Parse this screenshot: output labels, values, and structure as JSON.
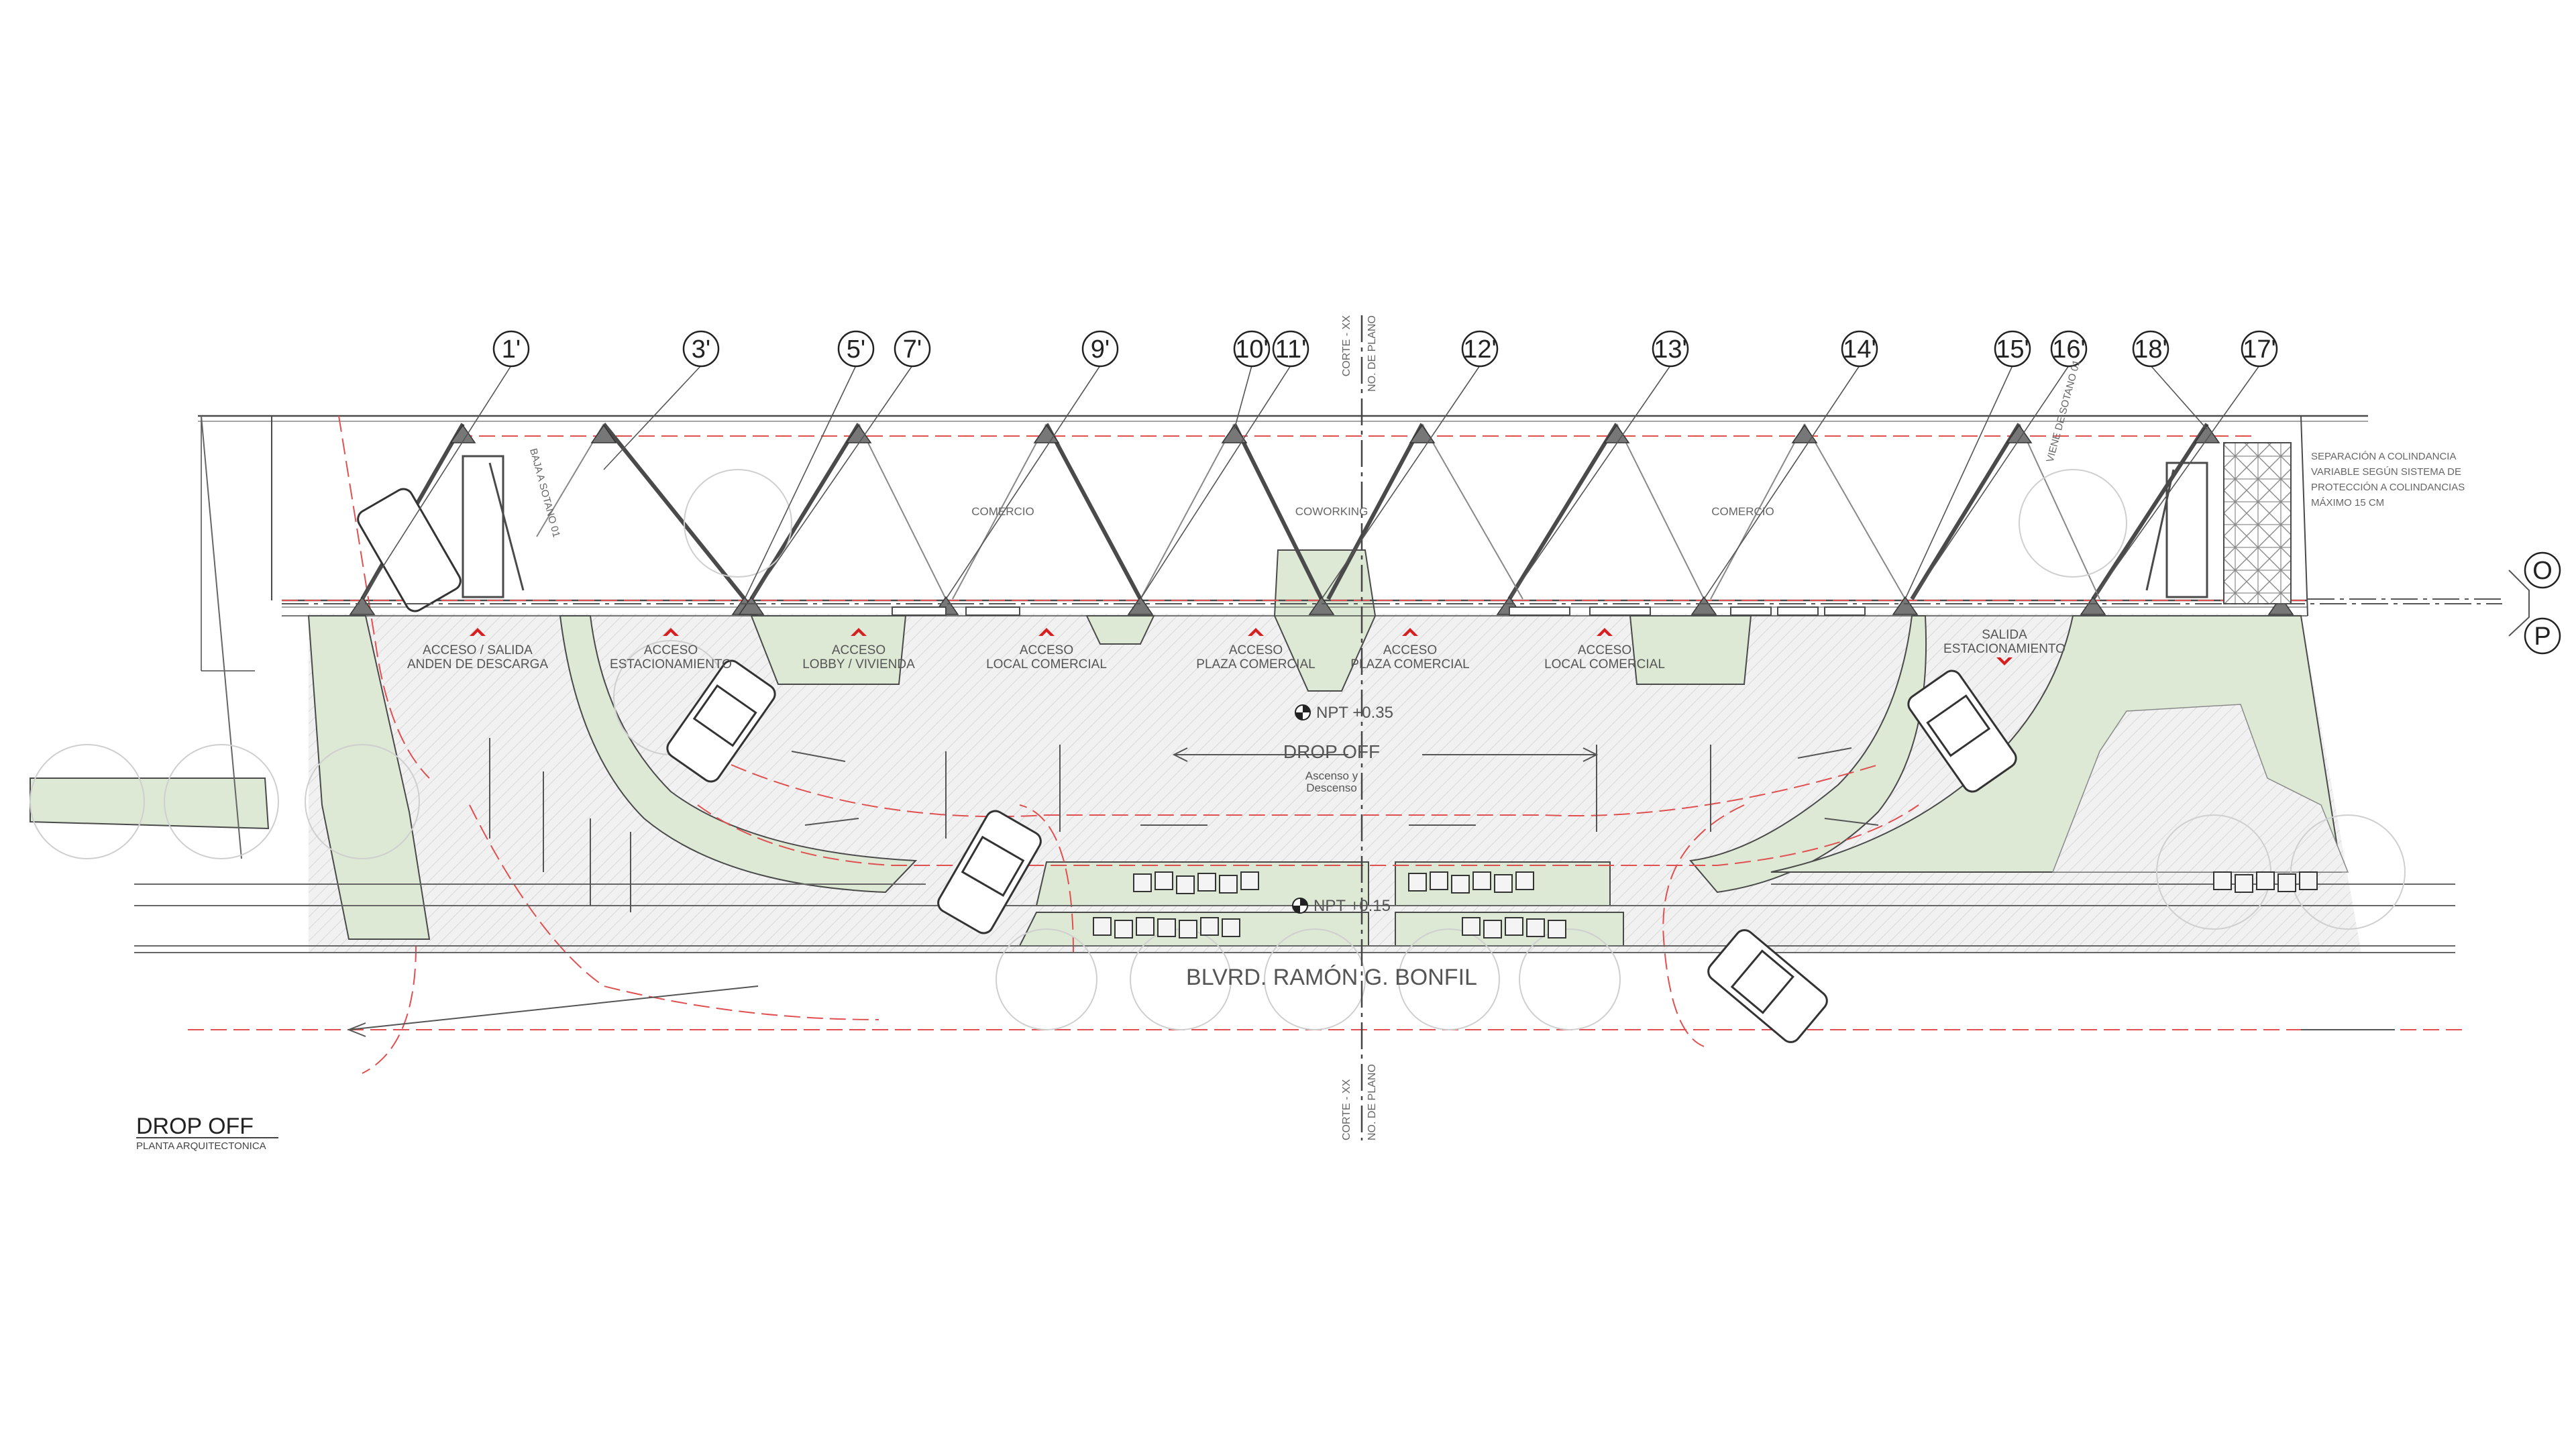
{
  "drawing": {
    "title": "DROP OFF",
    "subtitle": "PLANTA ARQUITECTONICA",
    "street": "BLVRD. RAMÓN G. BONFIL",
    "drop_off": "DROP OFF",
    "drop_off_sub_1": "Ascenso y",
    "drop_off_sub_2": "Descenso",
    "level_1": "NPT +0.35",
    "level_2": "NPT +0.15",
    "section_top_1": "CORTE - XX",
    "section_top_2": "NO. DE PLANO",
    "section_bottom_1": "CORTE - XX",
    "section_bottom_2": "NO. DE PLANO"
  },
  "axes_vertical": [
    "1'",
    "3'",
    "5'",
    "7'",
    "9'",
    "10'",
    "11'",
    "12'",
    "13'",
    "14'",
    "15'",
    "16'",
    "18'",
    "17'"
  ],
  "axes_horizontal": [
    "O",
    "P"
  ],
  "rooms": {
    "comercio_1": "COMERCIO",
    "coworking": "COWORKING",
    "comercio_2": "COMERCIO"
  },
  "accesses": [
    {
      "l1": "ACCESO / SALIDA",
      "l2": "ANDEN DE DESCARGA"
    },
    {
      "l1": "ACCESO",
      "l2": "ESTACIONAMIENTO"
    },
    {
      "l1": "ACCESO",
      "l2": "LOBBY / VIVIENDA"
    },
    {
      "l1": "ACCESO",
      "l2": "LOCAL COMERCIAL"
    },
    {
      "l1": "ACCESO",
      "l2": "PLAZA COMERCIAL"
    },
    {
      "l1": "ACCESO",
      "l2": "PLAZA COMERCIAL"
    },
    {
      "l1": "ACCESO",
      "l2": "LOCAL COMERCIAL"
    },
    {
      "l1": "SALIDA",
      "l2": "ESTACIONAMIENTO"
    }
  ],
  "ramps": {
    "left": "BAJA A SOTANO 01",
    "right": "VIENE DE SOTANO 01"
  },
  "note": {
    "l1": "SEPARACIÓN A COLINDANCIA",
    "l2": "VARIABLE SEGÚN SISTEMA DE",
    "l3": "PROTECCIÓN A COLINDANCIAS",
    "l4": "MÁXIMO 15 CM"
  },
  "colors": {
    "green": "#dde8d5",
    "red_dash": "#e05050",
    "access_red": "#d42020",
    "line": "#4a4a4a"
  }
}
